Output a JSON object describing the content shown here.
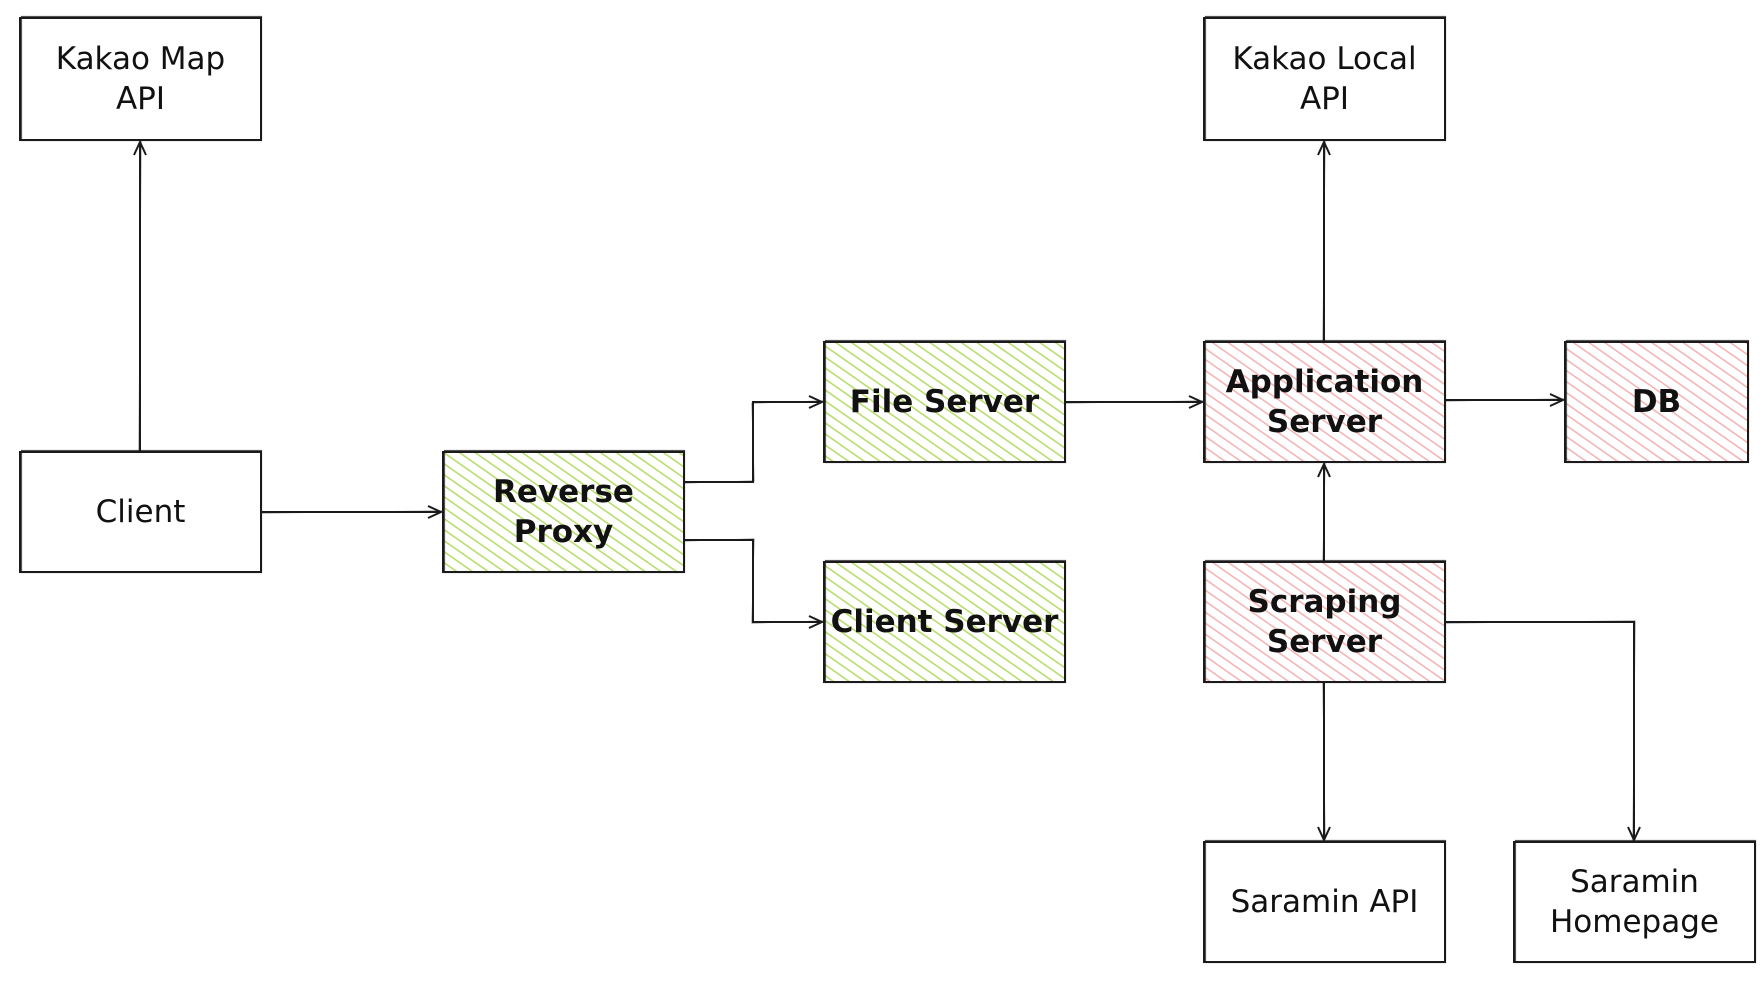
{
  "colors": {
    "green_fill": "#d3ea9b",
    "pink_fill": "#f7c4c4",
    "stroke": "#1a1a1a",
    "background": "#ffffff"
  },
  "nodes": {
    "kakao_map_api": {
      "lines": [
        "Kakao Map",
        "API"
      ],
      "fill": "none"
    },
    "kakao_local_api": {
      "lines": [
        "Kakao Local",
        "API"
      ],
      "fill": "none"
    },
    "client": {
      "lines": [
        "Client"
      ],
      "fill": "none"
    },
    "reverse_proxy": {
      "lines": [
        "Reverse",
        "Proxy"
      ],
      "fill": "green"
    },
    "file_server": {
      "lines": [
        "File Server"
      ],
      "fill": "green"
    },
    "client_server": {
      "lines": [
        "Client Server"
      ],
      "fill": "green"
    },
    "application_server": {
      "lines": [
        "Application",
        "Server"
      ],
      "fill": "pink"
    },
    "db": {
      "lines": [
        "DB"
      ],
      "fill": "pink"
    },
    "scraping_server": {
      "lines": [
        "Scraping",
        "Server"
      ],
      "fill": "pink"
    },
    "saramin_api": {
      "lines": [
        "Saramin API"
      ],
      "fill": "none"
    },
    "saramin_homepage": {
      "lines": [
        "Saramin",
        "Homepage"
      ],
      "fill": "none"
    }
  },
  "edges": [
    {
      "from": "client",
      "to": "kakao_map_api"
    },
    {
      "from": "client",
      "to": "reverse_proxy"
    },
    {
      "from": "reverse_proxy",
      "to": "file_server"
    },
    {
      "from": "reverse_proxy",
      "to": "client_server"
    },
    {
      "from": "file_server",
      "to": "application_server"
    },
    {
      "from": "application_server",
      "to": "kakao_local_api"
    },
    {
      "from": "application_server",
      "to": "db"
    },
    {
      "from": "scraping_server",
      "to": "application_server"
    },
    {
      "from": "scraping_server",
      "to": "saramin_api"
    },
    {
      "from": "scraping_server",
      "to": "saramin_homepage"
    }
  ]
}
